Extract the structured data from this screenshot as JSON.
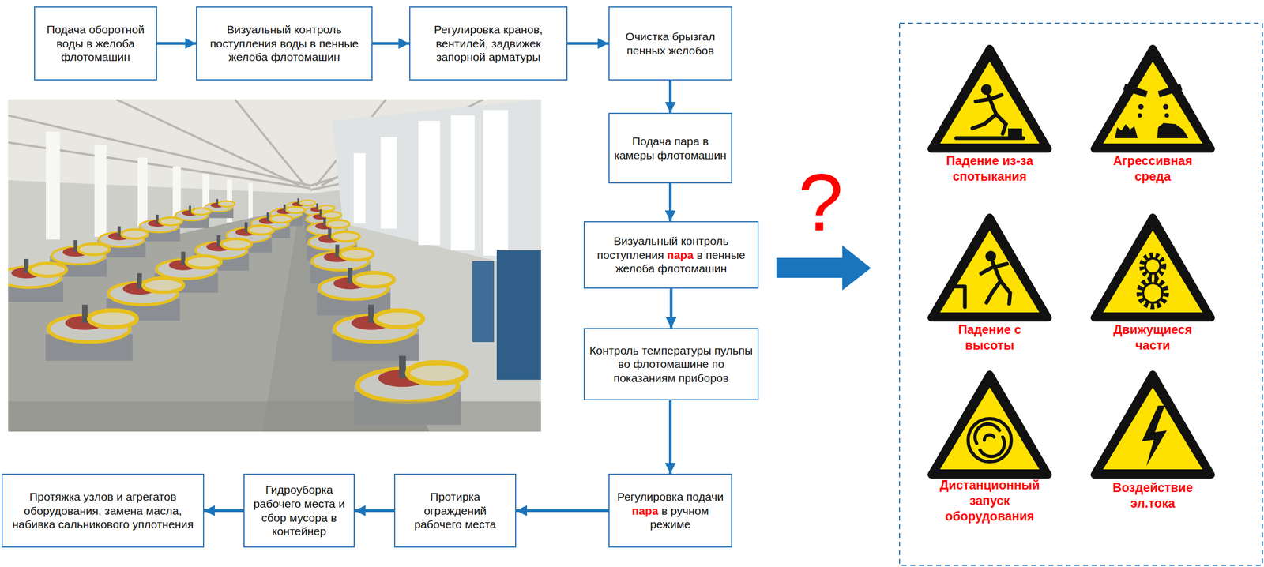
{
  "diagram": {
    "nodes": [
      {
        "text": [
          "Подача оборотной воды в желоба флотомашин"
        ]
      },
      {
        "text": [
          "Визуальный контроль поступления воды в пенные желоба флотомашин"
        ]
      },
      {
        "text": [
          "Регулировка кранов, вентилей, задвижек запорной арматуры"
        ]
      },
      {
        "text": [
          "Очистка брызгал пенных желобов"
        ]
      },
      {
        "text": [
          "Подача пара в камеры флотомашин"
        ]
      },
      {
        "text": [
          "Визуальный контроль поступления пара в пенные желоба флотомашин"
        ]
      },
      {
        "text": [
          "Контроль температуры пульпы во флотомашине по показаниям приборов"
        ]
      },
      {
        "text": [
          "Регулировка подачи пара в ручном режиме"
        ]
      },
      {
        "text": [
          "Протирка ограждений рабочего места"
        ]
      },
      {
        "text": [
          "Гидроуборка рабочего места и сбор мусора в контейнер"
        ]
      },
      {
        "text": [
          "Протяжка узлов и агрегатов оборудования, замена масла, набивка сальникового уплотнения"
        ]
      }
    ],
    "edges": [
      {
        "from": 0,
        "to": 1,
        "arrow": "to"
      },
      {
        "from": 1,
        "to": 2,
        "arrow": "to"
      },
      {
        "from": 2,
        "to": 3,
        "arrow": "to"
      },
      {
        "from": 3,
        "to": 4,
        "arrow": "to"
      },
      {
        "from": 4,
        "to": 5,
        "arrow": "to"
      },
      {
        "from": 5,
        "to": 6,
        "arrow": "to"
      },
      {
        "from": 6,
        "to": 7,
        "arrow": "to"
      },
      {
        "from": 7,
        "to": 8,
        "arrow": "to"
      },
      {
        "from": 8,
        "to": 9,
        "arrow": "to"
      },
      {
        "from": 9,
        "to": 10,
        "arrow": "to"
      }
    ],
    "labels": [
      "?",
      "Падение из-за спотыкания",
      "Агрессивная среда",
      "Падение с высоты",
      "Движущиеся части",
      "Дистанционный запуск оборудования",
      "Воздействие эл.тока"
    ]
  }
}
